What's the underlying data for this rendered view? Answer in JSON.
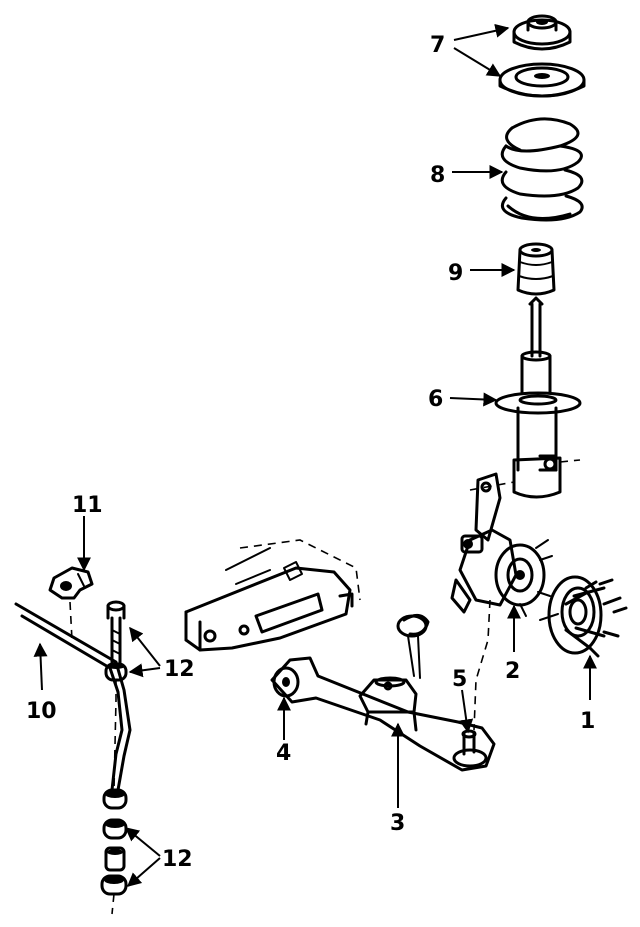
{
  "callouts": {
    "c1": "1",
    "c2": "2",
    "c3": "3",
    "c4": "4",
    "c5": "5",
    "c6": "6",
    "c7": "7",
    "c8": "8",
    "c9": "9",
    "c10": "10",
    "c11": "11",
    "c12a": "12",
    "c12b": "12"
  },
  "colors": {
    "ink": "#000000",
    "background": "#ffffff"
  }
}
